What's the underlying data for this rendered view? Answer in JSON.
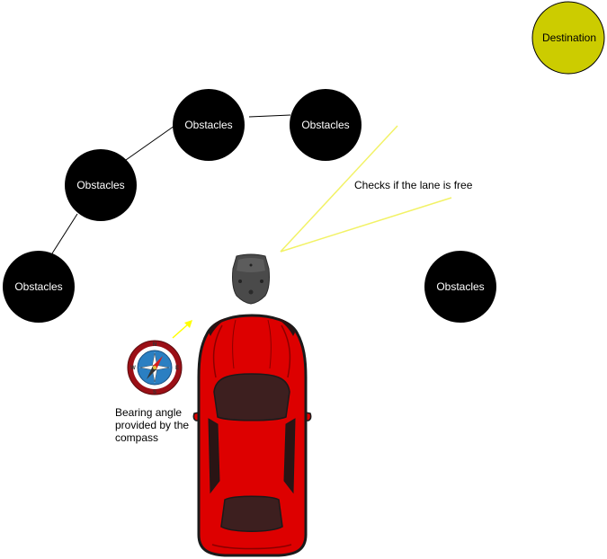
{
  "colors": {
    "obstacle_fill": "#000000",
    "destination_fill": "#cccc00",
    "car_body": "#dd0000",
    "sensor_beam": "#f2f266",
    "bearing_arrow": "#ffff00",
    "compass_ring": "#9b0f16",
    "compass_face": "#2b7fc2"
  },
  "obstacles": [
    {
      "label": "Obstacles"
    },
    {
      "label": "Obstacles"
    },
    {
      "label": "Obstacles"
    },
    {
      "label": "Obstacles"
    },
    {
      "label": "Obstacles"
    }
  ],
  "destination": {
    "label": "Destination"
  },
  "sensor_note": {
    "text": "Checks if the lane is free"
  },
  "compass_note": {
    "lines": [
      "Bearing angle",
      "provided by the",
      "compass"
    ]
  },
  "compass": {
    "north": "N",
    "south": "S",
    "east": "E",
    "west": "W"
  },
  "icons": [
    "ultrasonic-sensor-icon",
    "compass-icon",
    "car-icon"
  ]
}
